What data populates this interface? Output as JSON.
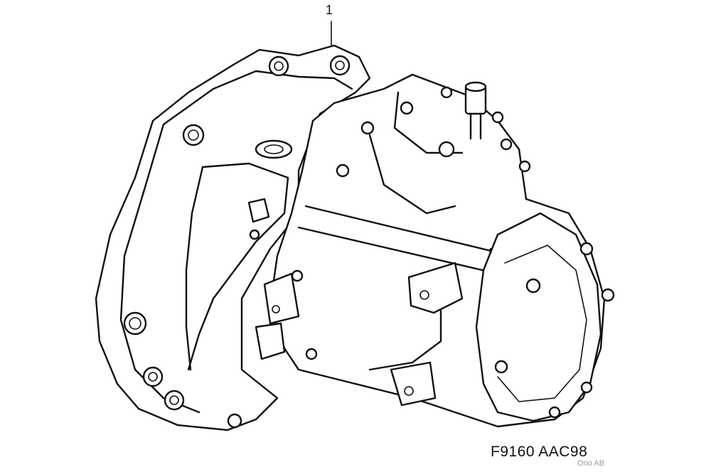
{
  "diagram": {
    "callout": "1",
    "figure_code": "F9160 AAC98",
    "copyright": "Orio AB",
    "ink_color": "#111111",
    "background_color": "#ffffff"
  }
}
